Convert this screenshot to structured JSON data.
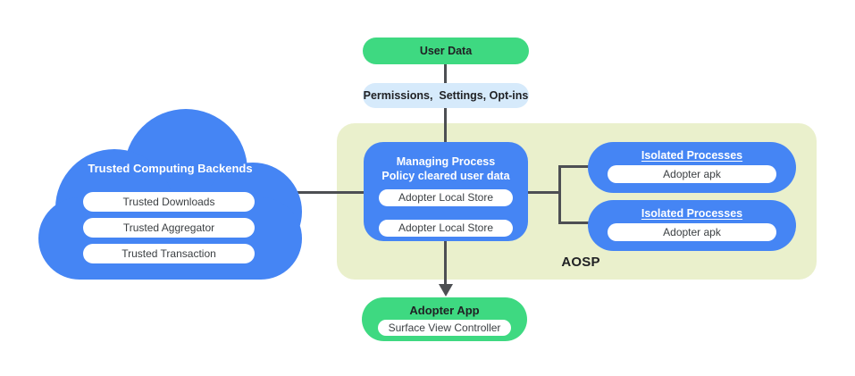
{
  "palette": {
    "blue": "#4585f4",
    "green": "#3ed981",
    "light_blue": "#d6eafb",
    "aosp_background": "#eaf0cc",
    "line_gray": "#4d4f53",
    "dark_text": "#202124",
    "pill_text": "#3c4043",
    "white": "#ffffff"
  },
  "cloud": {
    "title": "Trusted Computing Backends",
    "items": [
      "Trusted Downloads",
      "Trusted Aggregator",
      "Trusted Transaction"
    ]
  },
  "flow": {
    "user_data": "User Data",
    "permissions": "Permissions,  Settings, Opt-ins"
  },
  "aosp": {
    "label": "AOSP",
    "managing_process": {
      "title_line1": "Managing Process",
      "title_line2": "Policy cleared user data",
      "stores": [
        "Adopter Local Store",
        "Adopter Local Store"
      ]
    },
    "isolated_processes": [
      {
        "title": "Isolated Processes",
        "item": "Adopter apk"
      },
      {
        "title": "Isolated Processes",
        "item": "Adopter apk"
      }
    ]
  },
  "adopter_app": {
    "title": "Adopter App",
    "item": "Surface View Controller"
  }
}
